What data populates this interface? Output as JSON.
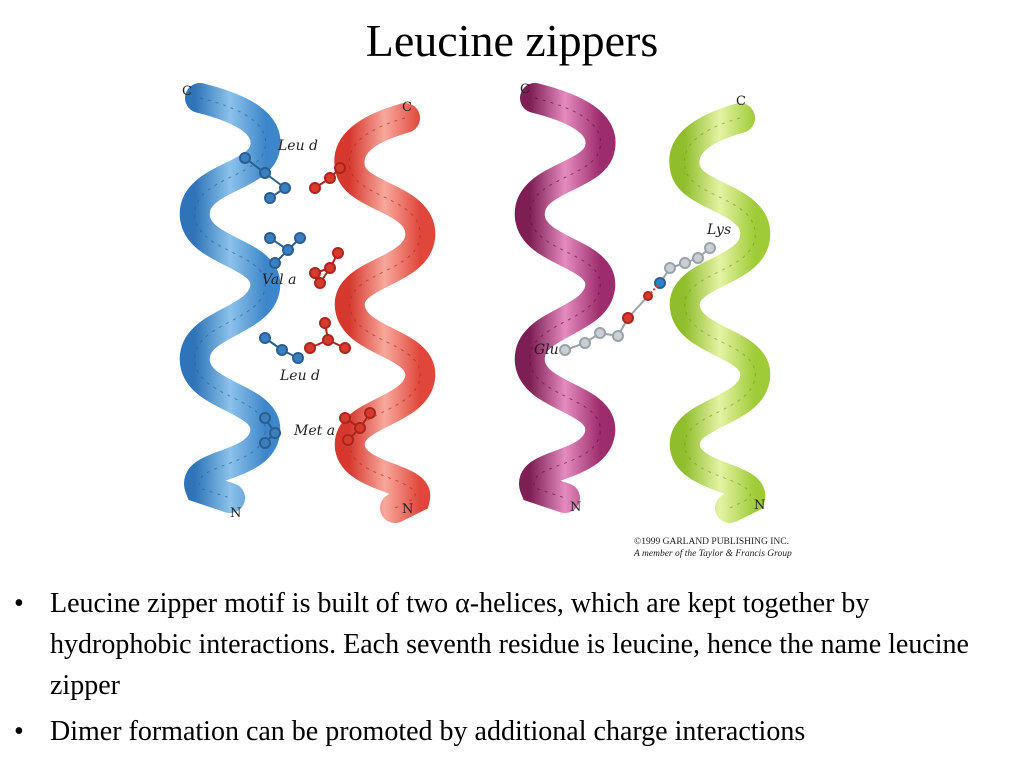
{
  "slide": {
    "title": "Leucine zippers"
  },
  "figure": {
    "labels": {
      "left_c_top_left": "C",
      "left_c_top_right": "C",
      "left_n_bottom_left": "N",
      "left_n_bottom_right": "N",
      "leu_d_1": "Leu d",
      "val_a": "Val a",
      "leu_d_2": "Leu d",
      "met_a": "Met a",
      "right_c_top_left": "C",
      "right_c_top_right": "C",
      "right_n_bottom_left": "N",
      "right_n_bottom_right": "N",
      "lys": "Lys",
      "glu": "Glu"
    },
    "credit_line1": "©1999 GARLAND PUBLISHING INC.",
    "credit_line2": "A member of the Taylor & Francis Group",
    "colors": {
      "blue_helix": "#5a9fd4",
      "red_helix": "#ee6b5e",
      "magenta_helix": "#b5417f",
      "green_helix": "#b5d84f",
      "blue_atoms": "#3a7fc0",
      "red_atoms": "#d93a2e",
      "grey_atoms": "#c9cfd2"
    }
  },
  "bullets": [
    {
      "marker": "•",
      "text": "Leucine zipper motif is built of two α-helices, which are kept together by hydrophobic interactions. Each seventh residue is leucine, hence the name leucine zipper"
    },
    {
      "marker": "•",
      "text": "Dimer formation can be promoted by additional charge interactions"
    }
  ]
}
